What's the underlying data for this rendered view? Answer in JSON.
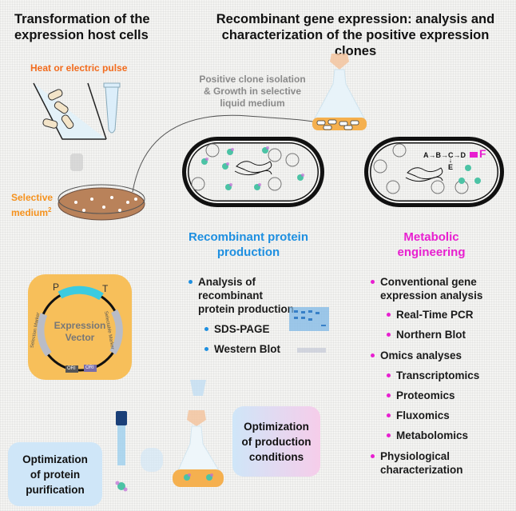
{
  "titles": {
    "left": "Transformation of the expression host cells",
    "right": "Recombinant gene expression: analysis and characterization of the positive expression clones"
  },
  "transformation": {
    "pulse_label": "Heat or electric pulse",
    "medium_label_line1": "Selective",
    "medium_label_line2": "medium",
    "medium_superscript": "2"
  },
  "clone_isolation": {
    "line1": "Positive clone isolation",
    "line2": "& Growth in selective",
    "line3": "liquid medium"
  },
  "pathway": {
    "nodes": [
      "A",
      "B",
      "C",
      "D"
    ],
    "branch": "E",
    "product": "F"
  },
  "vector": {
    "center_line1": "Expression",
    "center_line2": "Vector",
    "promoter": "P",
    "terminator": "T",
    "left_marker": "Selection Marker",
    "right_marker": "Selectable Marker",
    "ori1": "ORI",
    "ori2": "ORI"
  },
  "protein_production": {
    "heading_line1": "Recombinant protein",
    "heading_line2": "production",
    "items": [
      {
        "text": "Analysis of recombinant protein production",
        "level": 1
      },
      {
        "text": "SDS-PAGE",
        "level": 2
      },
      {
        "text": "Western Blot",
        "level": 2
      }
    ]
  },
  "metabolic_engineering": {
    "heading_line1": "Metabolic",
    "heading_line2": "engineering",
    "items": [
      {
        "text": "Conventional gene expression analysis",
        "level": 1
      },
      {
        "text": "Real-Time PCR",
        "level": 2
      },
      {
        "text": "Northern Blot",
        "level": 2
      },
      {
        "text": "Omics analyses",
        "level": 1
      },
      {
        "text": "Transcriptomics",
        "level": 2
      },
      {
        "text": "Proteomics",
        "level": 2
      },
      {
        "text": "Fluxomics",
        "level": 2
      },
      {
        "text": "Metabolomics",
        "level": 2
      },
      {
        "text": "Physiological characterization",
        "level": 1
      }
    ]
  },
  "optimization": {
    "purification": "Optimization of protein purification",
    "production": "Optimization of production conditions"
  },
  "colors": {
    "orange": "#f26b1d",
    "blue": "#1e8fe0",
    "magenta": "#e81fd0",
    "vector_bg": "#f7bf5a",
    "cyan": "#3ccbe0"
  }
}
